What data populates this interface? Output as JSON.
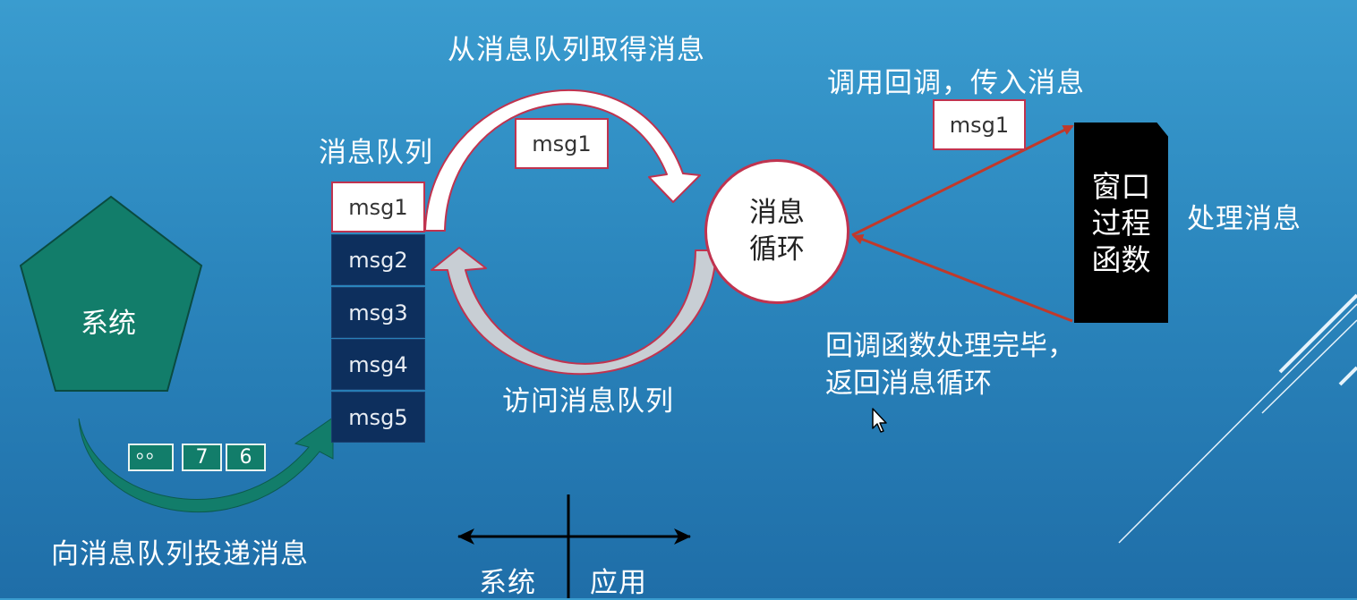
{
  "labels": {
    "fetch_from_queue": "从消息队列取得消息",
    "call_callback": "调用回调，传入消息",
    "message_queue": "消息队列",
    "process_message": "处理消息",
    "callback_done": "回调函数处理完毕，",
    "return_loop": "返回消息循环",
    "access_queue": "访问消息队列",
    "post_to_queue": "向消息队列投递消息",
    "axis_system": "系统",
    "axis_application": "应用"
  },
  "nodes": {
    "system": "系统",
    "message_loop": "消息循环",
    "window_procedure": "窗口过程函数"
  },
  "queue": [
    "msg1",
    "msg2",
    "msg3",
    "msg4",
    "msg5"
  ],
  "floating_msgs": {
    "loop_msg": "msg1",
    "callback_msg": "msg1"
  },
  "posting_boxes": [
    "。。",
    "7",
    "6"
  ],
  "colors": {
    "system_green": "#127d6a",
    "queue_navy": "#0d2f5d",
    "accent_red": "#c0334f",
    "arrow_red": "#c0392b"
  }
}
